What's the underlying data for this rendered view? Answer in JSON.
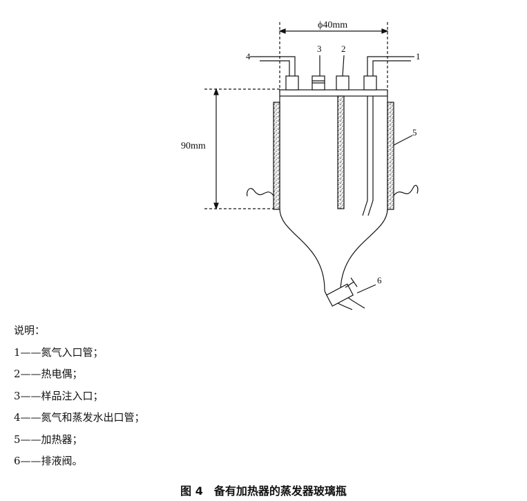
{
  "diagram": {
    "dimension_width": "ϕ40mm",
    "dimension_height": "90mm",
    "callouts": [
      "1",
      "2",
      "3",
      "4",
      "5",
      "6"
    ]
  },
  "legend": {
    "title": "说明：",
    "items": [
      "1——氮气入口管；",
      "2——热电偶；",
      "3——样品注入口；",
      "4——氮气和蒸发水出口管；",
      "5——加热器；",
      "6——排液阀。"
    ]
  },
  "caption": {
    "number": "图 4",
    "title": "备有加热器的蒸发器玻璃瓶"
  }
}
